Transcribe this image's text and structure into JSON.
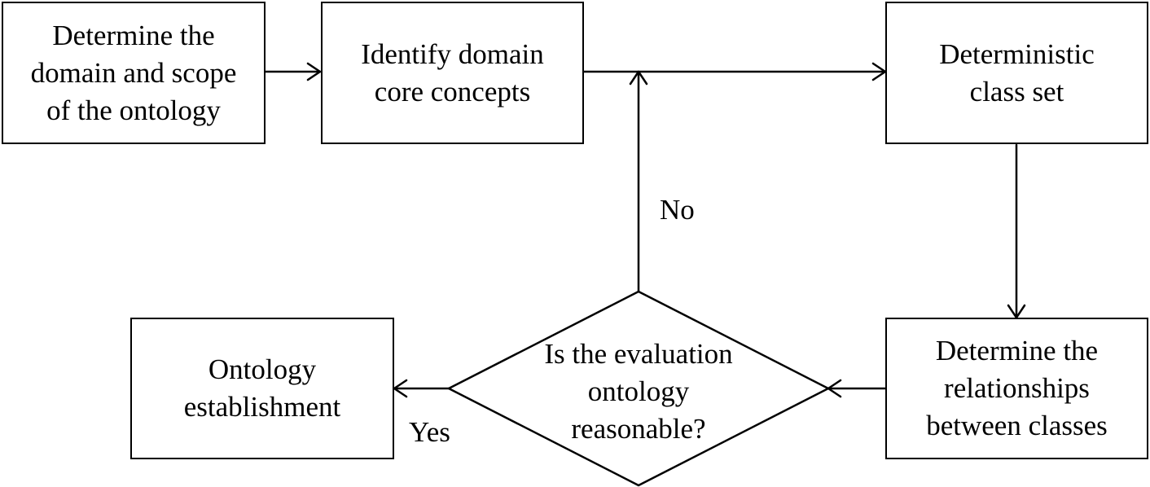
{
  "diagram": {
    "nodes": {
      "determine_scope": {
        "label": "Determine the\ndomain and scope\nof the ontology"
      },
      "identify_concepts": {
        "label": "Identify domain\ncore concepts"
      },
      "class_set": {
        "label": "Deterministic\nclass set"
      },
      "relationships": {
        "label": "Determine the\nrelationships\nbetween classes"
      },
      "evaluation": {
        "label": "Is the evaluation\nontology\nreasonable?"
      },
      "establishment": {
        "label": "Ontology\nestablishment"
      }
    },
    "edges": {
      "no_label": "No",
      "yes_label": "Yes"
    },
    "colors": {
      "stroke": "#000000",
      "fill": "#ffffff",
      "text": "#000000"
    }
  }
}
